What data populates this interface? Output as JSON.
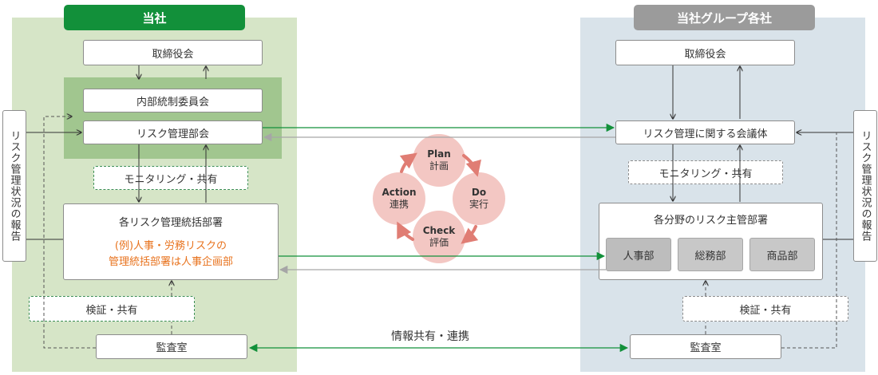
{
  "left": {
    "header": "当社",
    "board": "取締役会",
    "internal_committee": "内部統制委員会",
    "risk_meeting": "リスク管理部会",
    "monitoring": "モニタリング・共有",
    "dept_title": "各リスク管理統括部署",
    "dept_example_line1": "(例)人事・労務リスクの",
    "dept_example_line2": "管理統括部署は人事企画部",
    "verify": "検証・共有",
    "audit": "監査室",
    "report_side": "リスク管理状況の報告"
  },
  "right": {
    "header": "当社グループ各社",
    "board": "取締役会",
    "risk_council": "リスク管理に関する会議体",
    "monitoring": "モニタリング・共有",
    "dept_title": "各分野のリスク主管部署",
    "sub_depts": [
      "人事部",
      "総務部",
      "商品部"
    ],
    "verify": "検証・共有",
    "audit": "監査室",
    "report_side": "リスク管理状況の報告"
  },
  "pdca": [
    {
      "en": "Plan",
      "ja": "計画"
    },
    {
      "en": "Do",
      "ja": "実行"
    },
    {
      "en": "Check",
      "ja": "評価"
    },
    {
      "en": "Action",
      "ja": "連携"
    }
  ],
  "center_label": "情報共有・連携",
  "colors": {
    "green": "#12903a",
    "gray_header": "#9b9b9b",
    "orange_text": "#e8731e",
    "pdca_circle": "#f3c7c3",
    "pdca_arrow": "#e07d74"
  }
}
